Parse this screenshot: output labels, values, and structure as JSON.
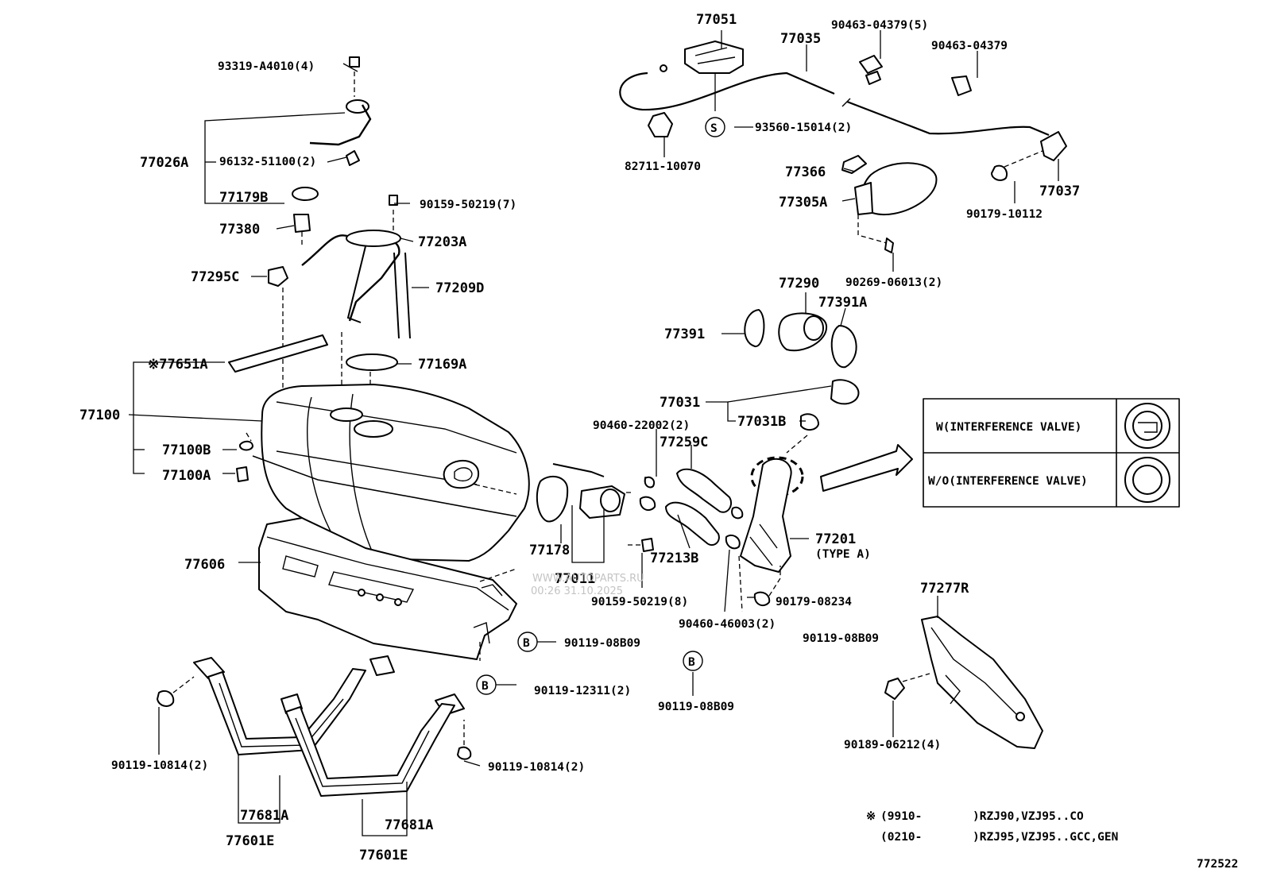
{
  "diagram_number": "772522",
  "watermark": {
    "site": "WWW.AUTOPARTS.RU",
    "stamp": "00:26 31.10.2025"
  },
  "parts": {
    "p77051": "77051",
    "p77035": "77035",
    "p90463_04379_5": "90463-04379(5)",
    "p90463_04379": "90463-04379",
    "p93560_15014_2": "93560-15014(2)",
    "p82711_10070": "82711-10070",
    "p77366": "77366",
    "p77305A": "77305A",
    "p77037": "77037",
    "p90179_10112": "90179-10112",
    "p90269_06013_2": "90269-06013(2)",
    "p77290": "77290",
    "p77391A": "77391A",
    "p77391": "77391",
    "p77031": "77031",
    "p77031B": "77031B",
    "p93319_A4010_4": "93319-A4010(4)",
    "p77026A": "77026A",
    "p96132_51100_2": "96132-51100(2)",
    "p77179B": "77179B",
    "p90159_50219_7": "90159-50219(7)",
    "p77380": "77380",
    "p77203A": "77203A",
    "p77295C": "77295C",
    "p77209D": "77209D",
    "p77651A": "※77651A",
    "p77169A": "77169A",
    "p77100": "77100",
    "p77100B": "77100B",
    "p77100A": "77100A",
    "p90460_22002_2": "90460-22002(2)",
    "p77259C": "77259C",
    "p77178": "77178",
    "p77011": "77011",
    "p77213B": "77213B",
    "p90159_50219_8": "90159-50219(8)",
    "p77201": "77201",
    "p77201_type": "(TYPE A)",
    "p90179_08234": "90179-08234",
    "p90460_46003_2": "90460-46003(2)",
    "p90119_08B09_a": "90119-08B09",
    "p90119_08B09_b": "90119-08B09",
    "p90119_08B09_c": "90119-08B09",
    "p90119_12311_2": "90119-12311(2)",
    "p77606": "77606",
    "p77277R": "77277R",
    "p90189_06212_4": "90189-06212(4)",
    "p90119_10814_2_a": "90119-10814(2)",
    "p90119_10814_2_b": "90119-10814(2)",
    "p77681A_a": "77681A",
    "p77681A_b": "77681A",
    "p77601E_a": "77601E",
    "p77601E_b": "77601E"
  },
  "markers": {
    "s": "S",
    "b": "B"
  },
  "legend": {
    "with_valve": "W(INTERFERENCE VALVE)",
    "without_valve": "W/O(INTERFERENCE VALVE)"
  },
  "notes": {
    "mark": "※",
    "row1_from": "(9910-",
    "row1_models": ")RZJ90,VZJ95..CO",
    "row2_from": "(0210-",
    "row2_models": ")RZJ95,VZJ95..GCC,GEN"
  }
}
